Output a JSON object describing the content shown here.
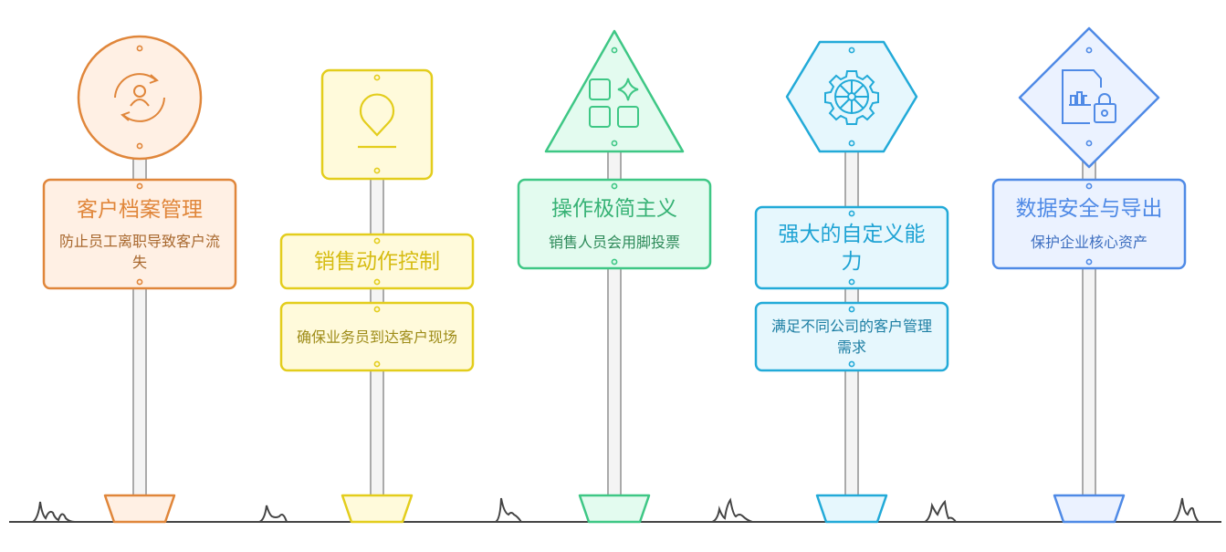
{
  "signs": [
    {
      "title": "客户档案管理",
      "subtitle": "防止员工离职导致客户流失",
      "icon": "user-sync-icon",
      "shape": "circle",
      "stroke": "#e0863a",
      "fill": "#fff0e4",
      "title_color": "#e0863a",
      "sub_color": "#a8682e"
    },
    {
      "title": "销售动作控制",
      "subtitle": "确保业务员到达客户现场",
      "icon": "location-pin-icon",
      "shape": "square",
      "stroke": "#e3cd1c",
      "fill": "#fffadb",
      "title_color": "#d6bc12",
      "sub_color": "#9e8c18"
    },
    {
      "title": "操作极简主义",
      "subtitle": "销售人员会用脚投票",
      "icon": "apps-sparkle-icon",
      "shape": "triangle",
      "stroke": "#3ec785",
      "fill": "#e3fbef",
      "title_color": "#37b275",
      "sub_color": "#2d8a59"
    },
    {
      "title": "强大的自定义能力",
      "subtitle": "满足不同公司的客户管理需求",
      "icon": "gear-icon",
      "shape": "hexagon",
      "stroke": "#22aad8",
      "fill": "#e6f7fd",
      "title_color": "#1fa3d4",
      "sub_color": "#1c7ea3"
    },
    {
      "title": "数据安全与导出",
      "subtitle": "保护企业核心资产",
      "icon": "report-lock-icon",
      "shape": "diamond",
      "stroke": "#4f8ae6",
      "fill": "#ebf2ff",
      "title_color": "#4f8ae6",
      "sub_color": "#3e6fc0"
    }
  ]
}
